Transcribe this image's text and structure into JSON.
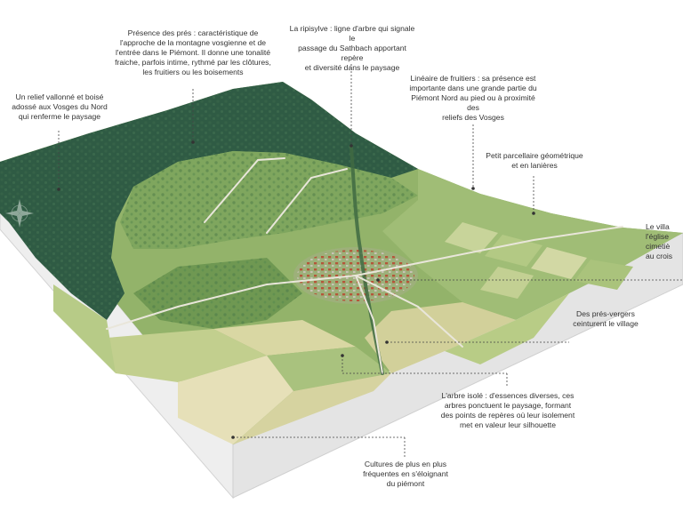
{
  "annotations": [
    {
      "id": "relief",
      "text": "Un relief vallonné et boisé\nadossé aux Vosges du Nord\nqui renferme le paysage"
    },
    {
      "id": "pres",
      "text": "Présence des prés : caractéristique de\nl'approche de la montagne vosgienne et de\nl'entrée dans le Piémont. Il donne une tonalité\nfraiche, parfois intime, rythmé par les clôtures,\nles fruitiers ou les boisements"
    },
    {
      "id": "ripisylve",
      "text": "La ripisylve : ligne d'arbre qui signale le\npassage du Sathbach apportant repère\net diversité dans le paysage"
    },
    {
      "id": "fruitiers",
      "text": "Linéaire de fruitiers : sa présence est\nimportante dans une grande partie du\nPiémont Nord au pied ou à proximité des\nreliefs des Vosges"
    },
    {
      "id": "parcellaire",
      "text": "Petit parcellaire géométrique\net en lanières"
    },
    {
      "id": "village",
      "text": "Le villa\nl'église\ncimetiè\nau crois"
    },
    {
      "id": "pres_vergers",
      "text": "Des prés-vergers\nceinturent le village"
    },
    {
      "id": "arbre_isole",
      "text": "L'arbre isolé : d'essences diverses, ces\narbres ponctuent le paysage, formant\ndes points de repères où leur isolement\nmet en valeur leur silhouette"
    },
    {
      "id": "cultures",
      "text": "Cultures de plus en plus\nfréquentes en s'éloignant\ndu piémont"
    }
  ],
  "colors": {
    "forest": "#2f5b44",
    "forest_dark": "#244a37",
    "meadow": "#7fa65e",
    "meadow_light": "#a9c27e",
    "field_pale": "#d9d7a3",
    "field_cream": "#e6e0b8",
    "roof": "#b5563a",
    "road": "#e9e6da",
    "block_side": "#eeeeee",
    "block_edge": "#cfcfcf"
  },
  "icons": [
    "compass-rose-icon"
  ]
}
